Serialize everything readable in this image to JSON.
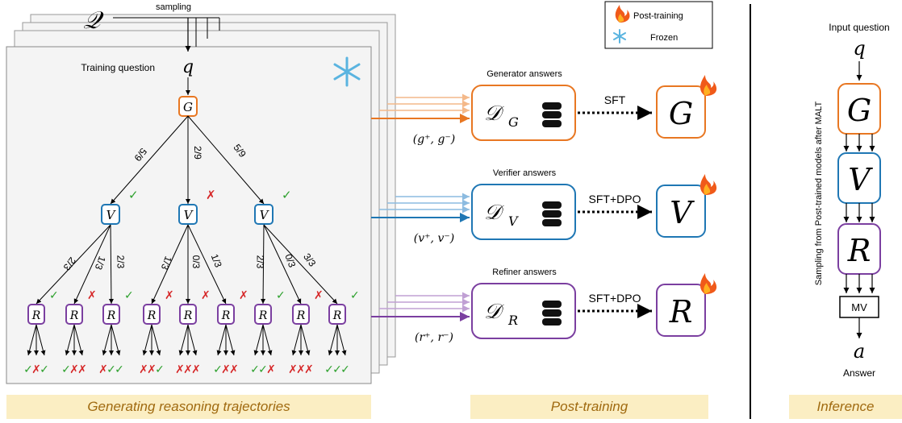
{
  "top": {
    "dataset_symbol": "𝒬",
    "sampling_label": "sampling"
  },
  "left_panel": {
    "training_question_label": "Training question",
    "question_symbol": "q",
    "generator_symbol": "G",
    "verifier_symbol": "V",
    "refiner_symbol": "R",
    "gen_branch_probs": [
      "5/9",
      "2/9",
      "5/9"
    ],
    "ver_branch_probs": [
      [
        "2/3",
        "1/3",
        "2/3"
      ],
      [
        "1/3",
        "0/3",
        "1/3"
      ],
      [
        "2/3",
        "0/3",
        "3/3"
      ]
    ],
    "verifier_marks": [
      "✓",
      "✗",
      "✓"
    ],
    "refiner_marks": [
      "✓",
      "✗",
      "✓",
      "✗",
      "✗",
      "✗",
      "✓",
      "✗",
      "✓"
    ],
    "outcome_marks": [
      [
        "✓",
        "✗",
        "✓"
      ],
      [
        "✓",
        "✗",
        "✗"
      ],
      [
        "✗",
        "✓",
        "✓"
      ],
      [
        "✗",
        "✗",
        "✓"
      ],
      [
        "✗",
        "✗",
        "✗"
      ],
      [
        "✓",
        "✗",
        "✗"
      ],
      [
        "✓",
        "✓",
        "✗"
      ],
      [
        "✗",
        "✗",
        "✗"
      ],
      [
        "✓",
        "✓",
        "✓"
      ]
    ]
  },
  "legend": {
    "post_training_label": "Post-training",
    "frozen_label": "Frozen"
  },
  "post_training": {
    "rows": [
      {
        "title": "Generator answers",
        "dataset": "𝒟",
        "sub": "G",
        "pair": "(g⁺, g⁻)",
        "method": "SFT",
        "model": "G",
        "color": "#e87722"
      },
      {
        "title": "Verifier answers",
        "dataset": "𝒟",
        "sub": "V",
        "pair": "(v⁺, v⁻)",
        "method": "SFT+DPO",
        "model": "V",
        "color": "#1f77b4"
      },
      {
        "title": "Refiner answers",
        "dataset": "𝒟",
        "sub": "R",
        "pair": "(r⁺, r⁻)",
        "method": "SFT+DPO",
        "model": "R",
        "color": "#7b3fa0"
      }
    ]
  },
  "inference": {
    "input_label": "Input question",
    "question_symbol": "q",
    "side_label": "Sampling from Post-trained models after MALT",
    "mv_label": "MV",
    "answer_symbol": "a",
    "answer_label": "Answer"
  },
  "banners": {
    "generating": "Generating reasoning trajectories",
    "post_training": "Post-training",
    "inference": "Inference"
  },
  "colors": {
    "generator": "#e87722",
    "verifier": "#1f77b4",
    "refiner": "#7b3fa0",
    "check": "#2ca02c",
    "cross": "#d62728",
    "banner_bg": "#fbeec3"
  }
}
